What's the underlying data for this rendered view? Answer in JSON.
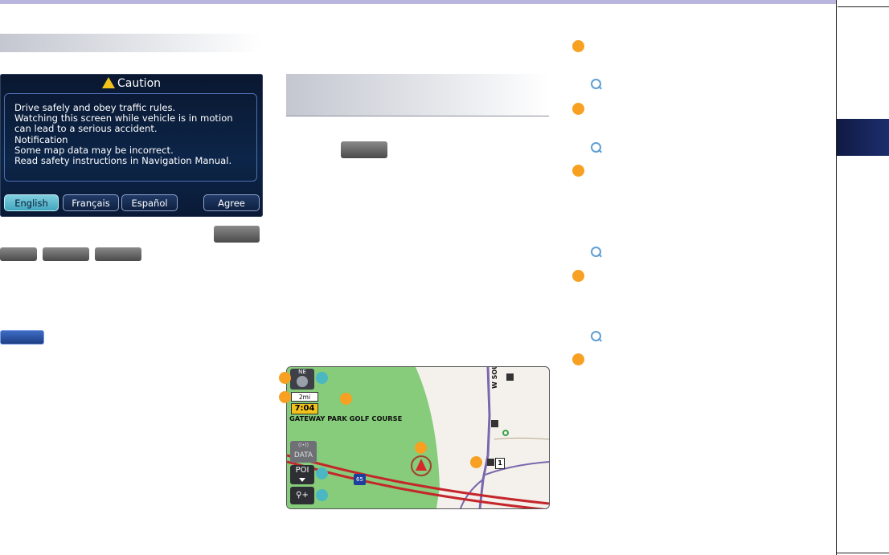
{
  "caution_dialog": {
    "title": "Caution",
    "lines": [
      "Drive safely and obey traffic rules.",
      "Watching this screen while vehicle is in motion",
      "can lead to a serious accident.",
      "Notification",
      "Some map data may be incorrect.",
      "Read safety instructions in Navigation Manual."
    ],
    "buttons": {
      "english": "English",
      "francais": "Français",
      "espanol": "Español",
      "agree": "Agree"
    }
  },
  "map": {
    "compass": "NE",
    "scale": "2mi",
    "clock": "7:04",
    "place_label": "GATEWAY PARK GOLF COURSE",
    "road_label": "W SOUTH BLVD",
    "shield": "65",
    "data_button": "DATA",
    "poi_button": "POI",
    "poi_number": "1"
  },
  "colors": {
    "accent_bar": "#b8b5df",
    "marker_orange": "#f7a022",
    "marker_teal": "#4ab7c3",
    "park_green": "#86cc7a",
    "road_red": "#c4262b",
    "road_purple": "#7a67ad"
  }
}
